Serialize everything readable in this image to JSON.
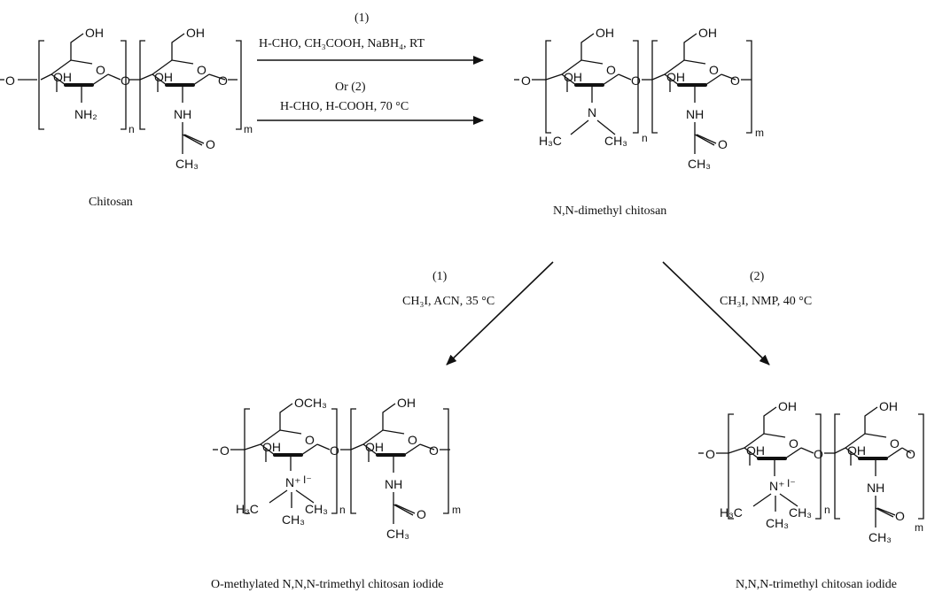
{
  "reaction1": {
    "cond1_num": "(1)",
    "cond1": "H-CHO, CH₃COOH, NaBH₄, RT",
    "cond2_num": "Or   (2)",
    "cond2": "H-CHO, H-COOH, 70 °C"
  },
  "reaction2": {
    "left_num": "(1)",
    "left": "CH₃I, ACN, 35 °C",
    "right_num": "(2)",
    "right": "CH₃I, NMP, 40 °C"
  },
  "names": {
    "chitosan": "Chitosan",
    "dmc": "N,N-dimethyl chitosan",
    "omtmc": "O-methylated N,N,N-trimethyl chitosan iodide",
    "tmc": "N,N,N-trimethyl chitosan iodide"
  },
  "atoms": {
    "oh": "OH",
    "o": "O",
    "nh2": "NH₂",
    "nh": "NH",
    "ch3": "CH₃",
    "och3": "OCH₃",
    "h3c": "H₃C",
    "ch3_n": "CH₃",
    "n": "N",
    "nplus": "N⁺",
    "iodide": "I⁻",
    "dbl_o": "O",
    "sub_n": "n",
    "sub_m": "m"
  }
}
